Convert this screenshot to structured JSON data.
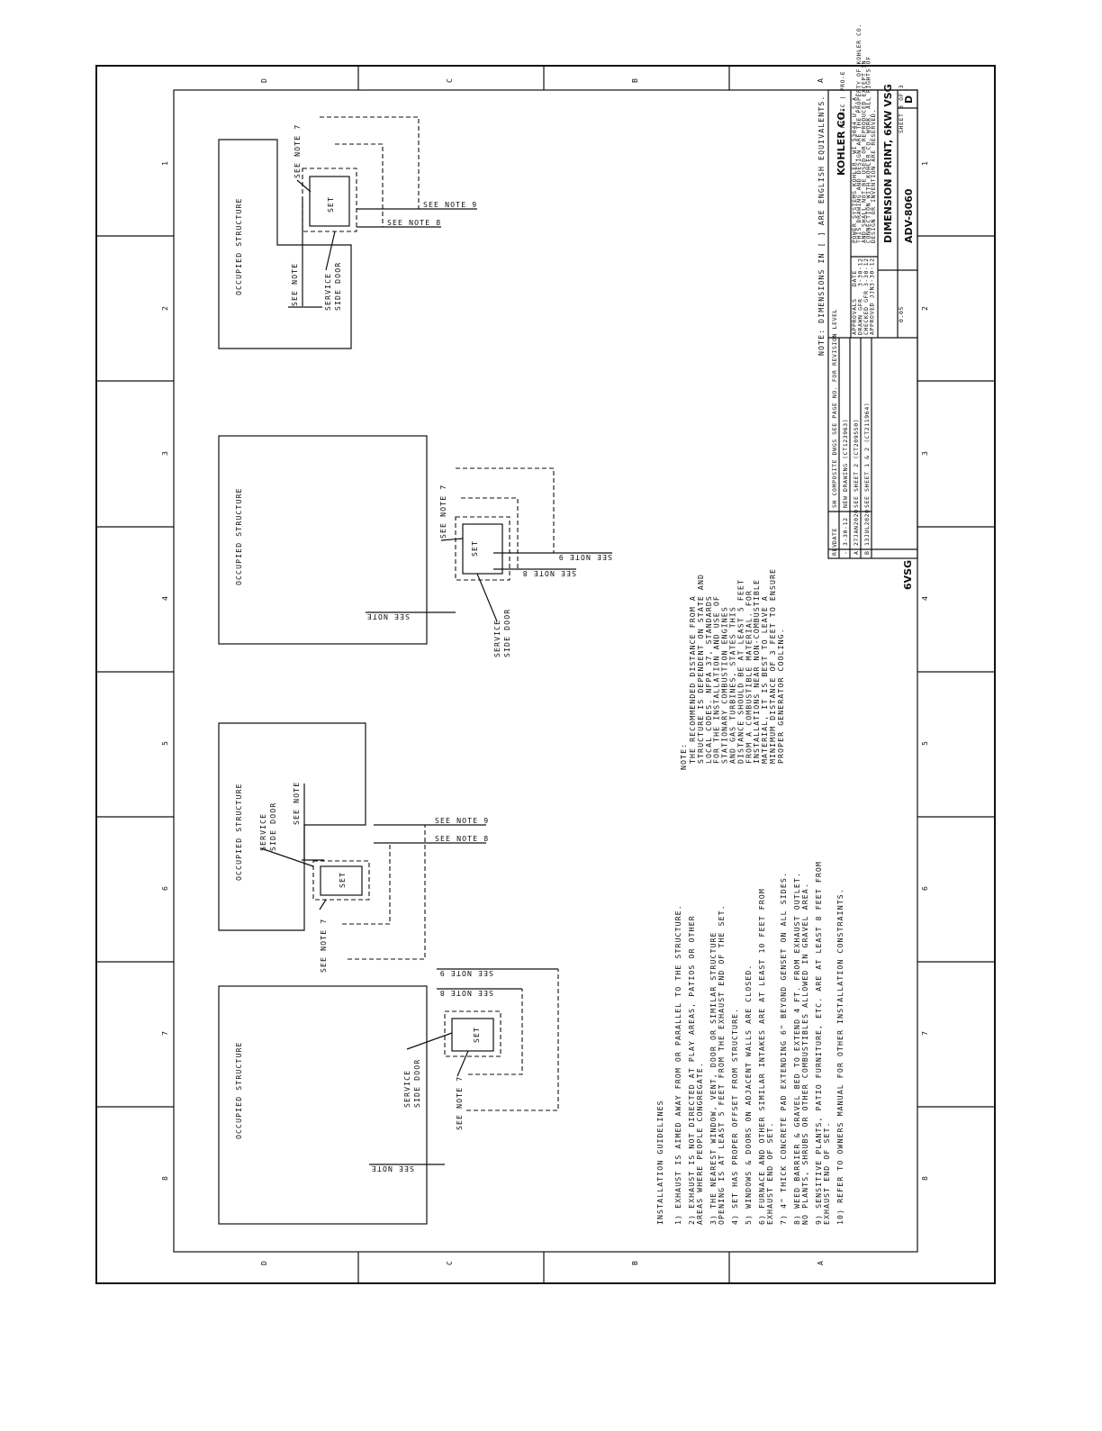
{
  "zones": {
    "letters": [
      "D",
      "C",
      "B",
      "A"
    ],
    "numbers": [
      "1",
      "2",
      "3",
      "4",
      "5",
      "6",
      "7",
      "8"
    ]
  },
  "labels": {
    "occupied_structure": "OCCUPIED STRUCTURE",
    "set": "SET",
    "service_side_door_1": "SERVICE",
    "service_side_door_2": "SIDE DOOR",
    "see_note": "SEE NOTE",
    "see_note_7": "SEE NOTE 7",
    "see_note_8": "SEE NOTE 8",
    "see_note_9": "SEE NOTE 9"
  },
  "note_block": {
    "heading": "NOTE:",
    "lines": [
      "THE RECOMMENDED DISTANCE FROM A",
      "STRUCTURE IS DEPENDENT ON STATE AND",
      "LOCAL CODES. NFPA 37, STANDARDS",
      "FOR THE INSTALLATION AND USE OF",
      "STATIONARY COMBUSTION ENGINES",
      "AND GAS TURBINES, STATES THIS",
      "DISTANCE SHOULD BE AT LEAST 5 FEET",
      "FROM A COMBUSTIBLE MATERIAL. FOR",
      "INSTALLATIONS NEAR NON-COMBUSTIBLE",
      "MATERIAL, IT IS BEST TO LEAVE A",
      "MINIMUM DISTANCE OF 3 FEET TO ENSURE",
      "PROPER GENERATOR COOLING."
    ]
  },
  "guidelines": {
    "heading": "INSTALLATION GUIDELINES",
    "items": [
      [
        "1) EXHAUST IS AIMED AWAY FROM OR PARALLEL TO THE STRUCTURE."
      ],
      [
        "2) EXHAUST IS NOT DIRECTED AT PLAY AREAS, PATIOS OR OTHER",
        "    AREAS WHERE PEOPLE CONGREGATE."
      ],
      [
        "3) THE NEAREST WINDOW, VENT, DOOR OR SIMILAR STRUCTURE",
        "    OPENING IS AT LEAST 5 FEET FROM THE EXHAUST END OF THE SET."
      ],
      [
        "4) SET HAS PROPER OFFSET FROM STRUCTURE."
      ],
      [
        "5) WINDOWS & DOORS ON ADJACENT WALLS ARE CLOSED."
      ],
      [
        "6) FURNACE AND OTHER SIMILAR INTAKES ARE AT LEAST 10 FEET FROM",
        "    EXHAUST END OF SET."
      ],
      [
        "7) 4\" THICK CONCRETE PAD EXTENDING 6\" BEYOND GENSET ON ALL SIDES."
      ],
      [
        "8) WEED BARRIER & GRAVEL BED TO EXTEND 4 FT. FROM EXHAUST OUTLET.",
        "    NO PLANTS, SHRUBS OR OTHER COMBUSTIBLES ALLOWED IN GRAVEL AREA."
      ],
      [
        "9) SENSITIVE PLANTS, PATIO FURNITURE, ETC. ARE AT LEAST 8 FEET FROM",
        "    EXHAUST END OF SET."
      ],
      [
        "10) REFER TO OWNERS MANUAL FOR OTHER INSTALLATION CONSTRAINTS."
      ]
    ]
  },
  "dimension_note": "NOTE: DIMENSIONS IN [ ] ARE ENGLISH EQUIVALENTS.",
  "revision_table": {
    "headers": [
      "REV",
      "DATE",
      "SH COMPOSITE DWGS SEE PAGE NO. FOR REVISION LEVEL"
    ],
    "rows": [
      [
        "-",
        "3-30-12",
        "NEW DRAWING (CT123963)"
      ],
      [
        "A",
        "27JAN2020",
        "SEE SHEET 2 (CT209550)"
      ],
      [
        "B",
        "13JUL2020",
        "SEE SHEET 1 & 2 (CT211964)"
      ]
    ]
  },
  "title_block": {
    "company": "KOHLER CO.",
    "units": "METRIC | PRO-E",
    "address_lines": [
      "POWER SYSTEMS   KOHLER, WI  53044  U.S.A.",
      "THIS DRAWING AND DESIGN ARE THE PROPERTY OF KOHLER CO.",
      "AND SHALL NOT BE USED OR REPRODUCED EXCEPT IN",
      "CONNECTION WITH KOHLER CO. WORK. ALL RIGHTS OF",
      "DESIGN OR INVENTION ARE RESERVED."
    ],
    "title": "DIMENSION PRINT, 6KW VSG",
    "scale": "0.05",
    "drawing_no": "ADV-8060",
    "size": "D",
    "sheet": "SHEET 3 OF 3",
    "approvals": [
      [
        "APPROVALS",
        "DATE"
      ],
      [
        "DRAWN  GFR",
        "3-30-12"
      ],
      [
        "CHECKED  GFR",
        "3-30-12"
      ],
      [
        "APPROVED  JJN",
        "3-30-12"
      ]
    ],
    "side_label": "6VSG"
  }
}
